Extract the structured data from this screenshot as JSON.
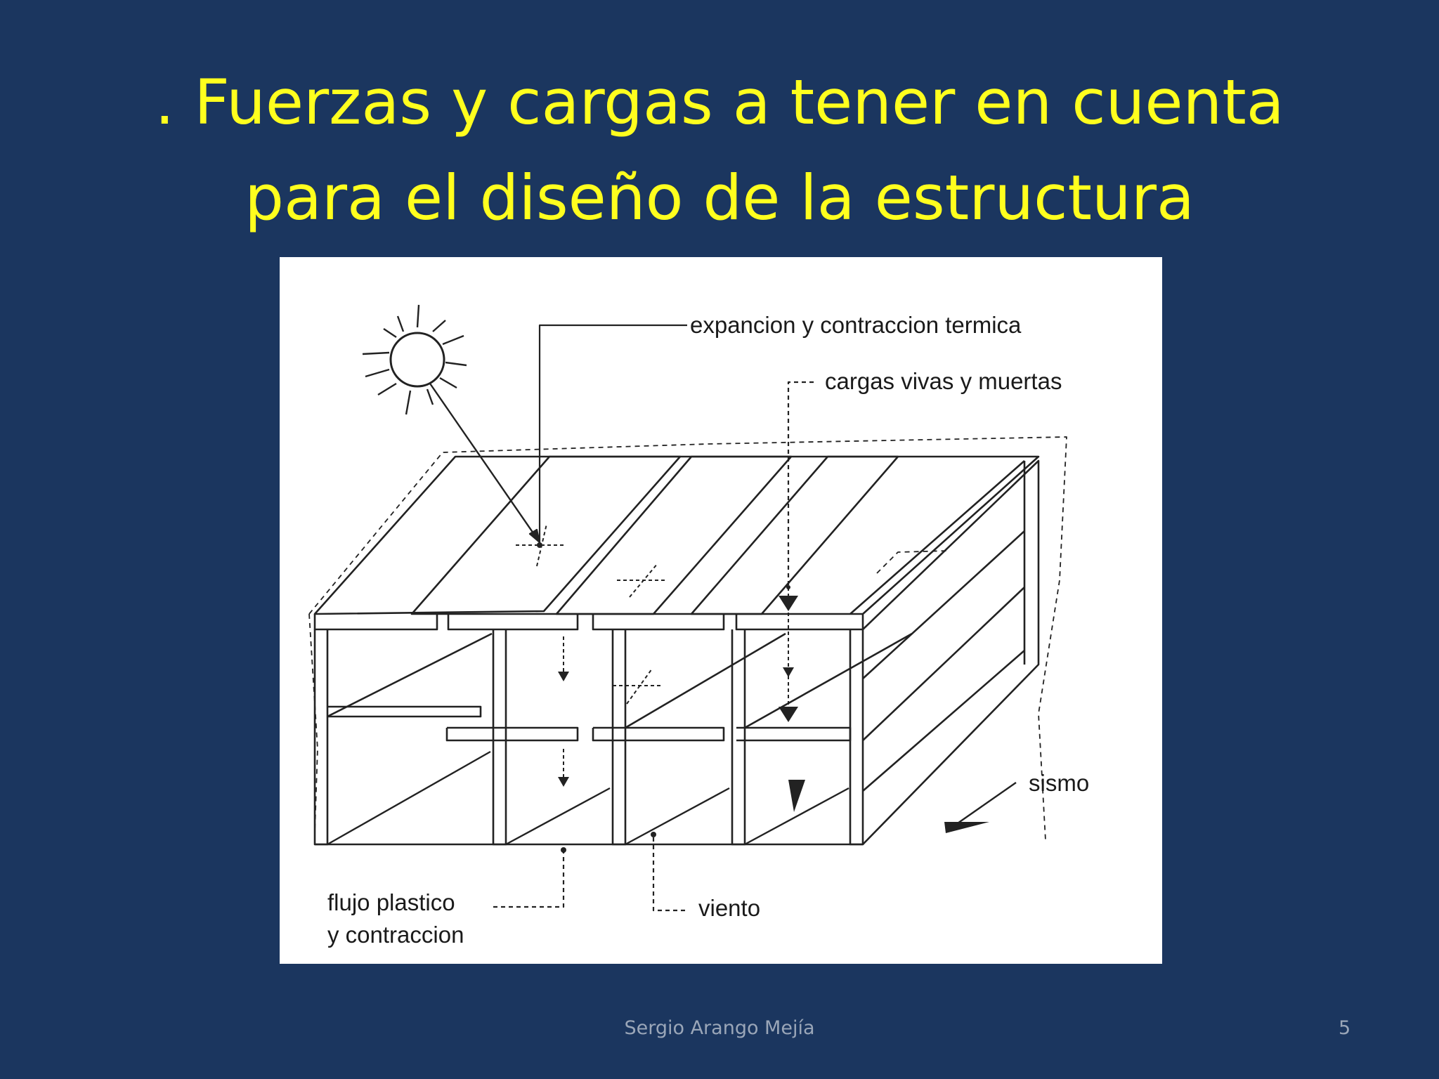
{
  "slide": {
    "title_line1": ". Fuerzas y cargas a tener en cuenta",
    "title_line2": "para el diseño de la estructura"
  },
  "diagram": {
    "labels": {
      "thermal": "expancion y contraccion termica",
      "loads": "cargas vivas y muertas",
      "seismic": "sismo",
      "creep_line1": "flujo plastico",
      "creep_line2": "y contraccion",
      "wind": "viento"
    }
  },
  "footer": {
    "author": "Sergio Arango Mejía",
    "page_number": "5"
  },
  "colors": {
    "background": "#1b365f",
    "title": "#ffff1e",
    "footer_text": "#9aa6b8"
  }
}
